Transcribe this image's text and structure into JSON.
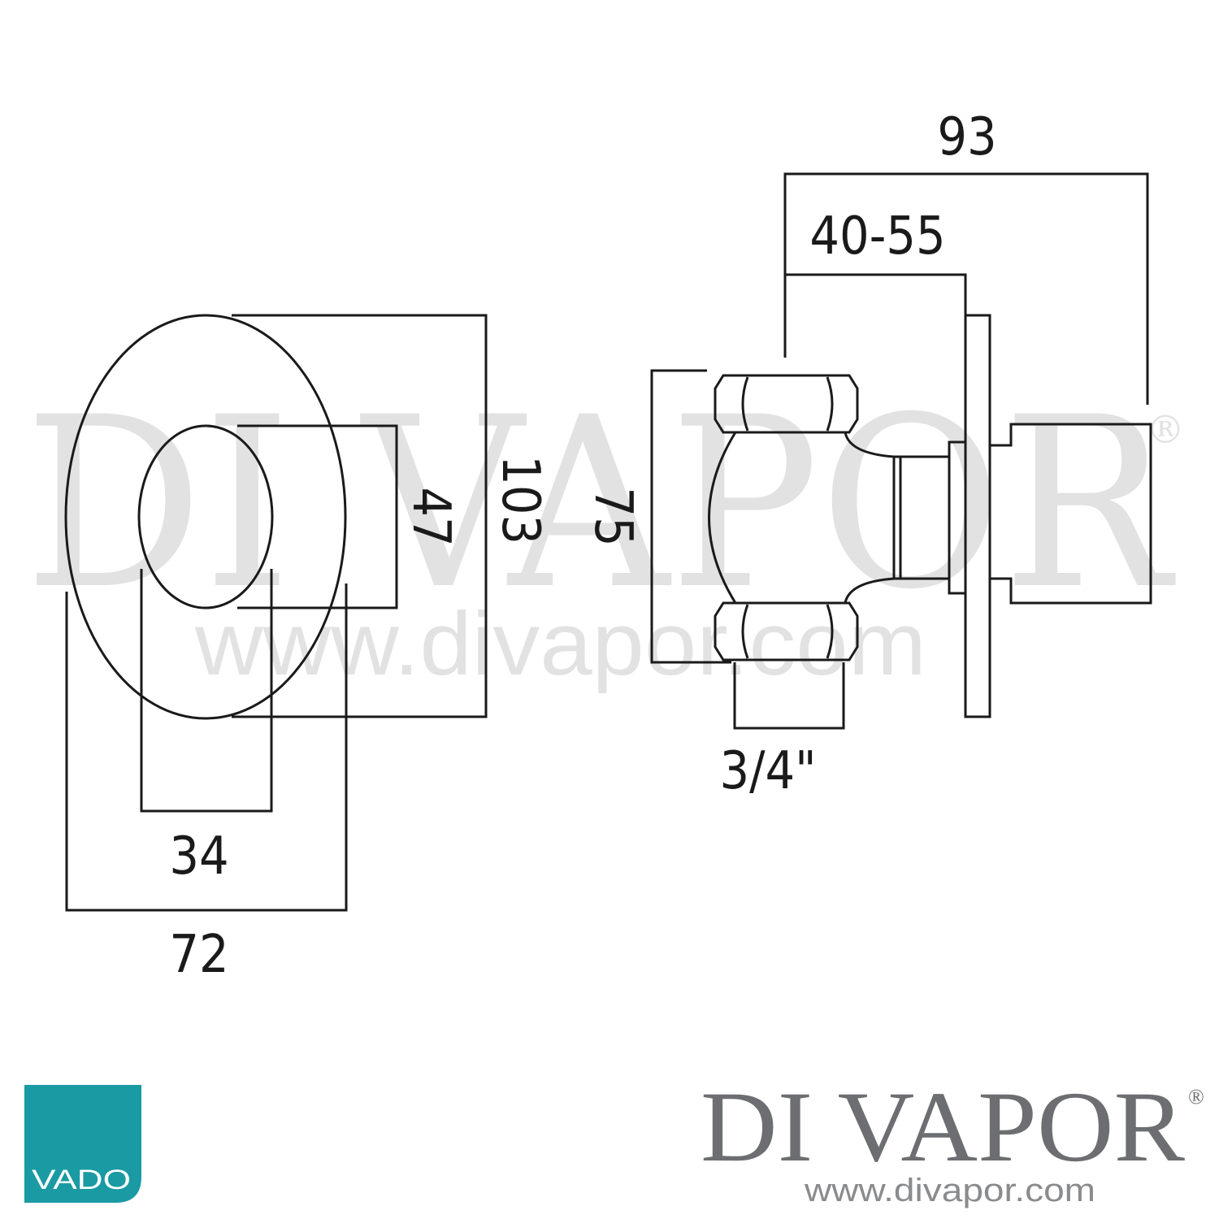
{
  "watermark": {
    "text": "DI VAPOR",
    "registered": "®",
    "url": "www.divapor.com"
  },
  "dimensions": {
    "front_inner_height": "47",
    "front_outer_height": "103",
    "front_inner_width": "34",
    "front_outer_width": "72",
    "side_total_depth": "93",
    "side_wall_range": "40-55",
    "side_body_height": "75",
    "side_thread": "3/4\""
  },
  "logos": {
    "vado": {
      "text": "VADO",
      "color": "#1a9aa3"
    },
    "divapor": {
      "name": "DI VAPOR",
      "registered": "®",
      "url": "www.divapor.com",
      "color": "#6d6e71"
    }
  }
}
